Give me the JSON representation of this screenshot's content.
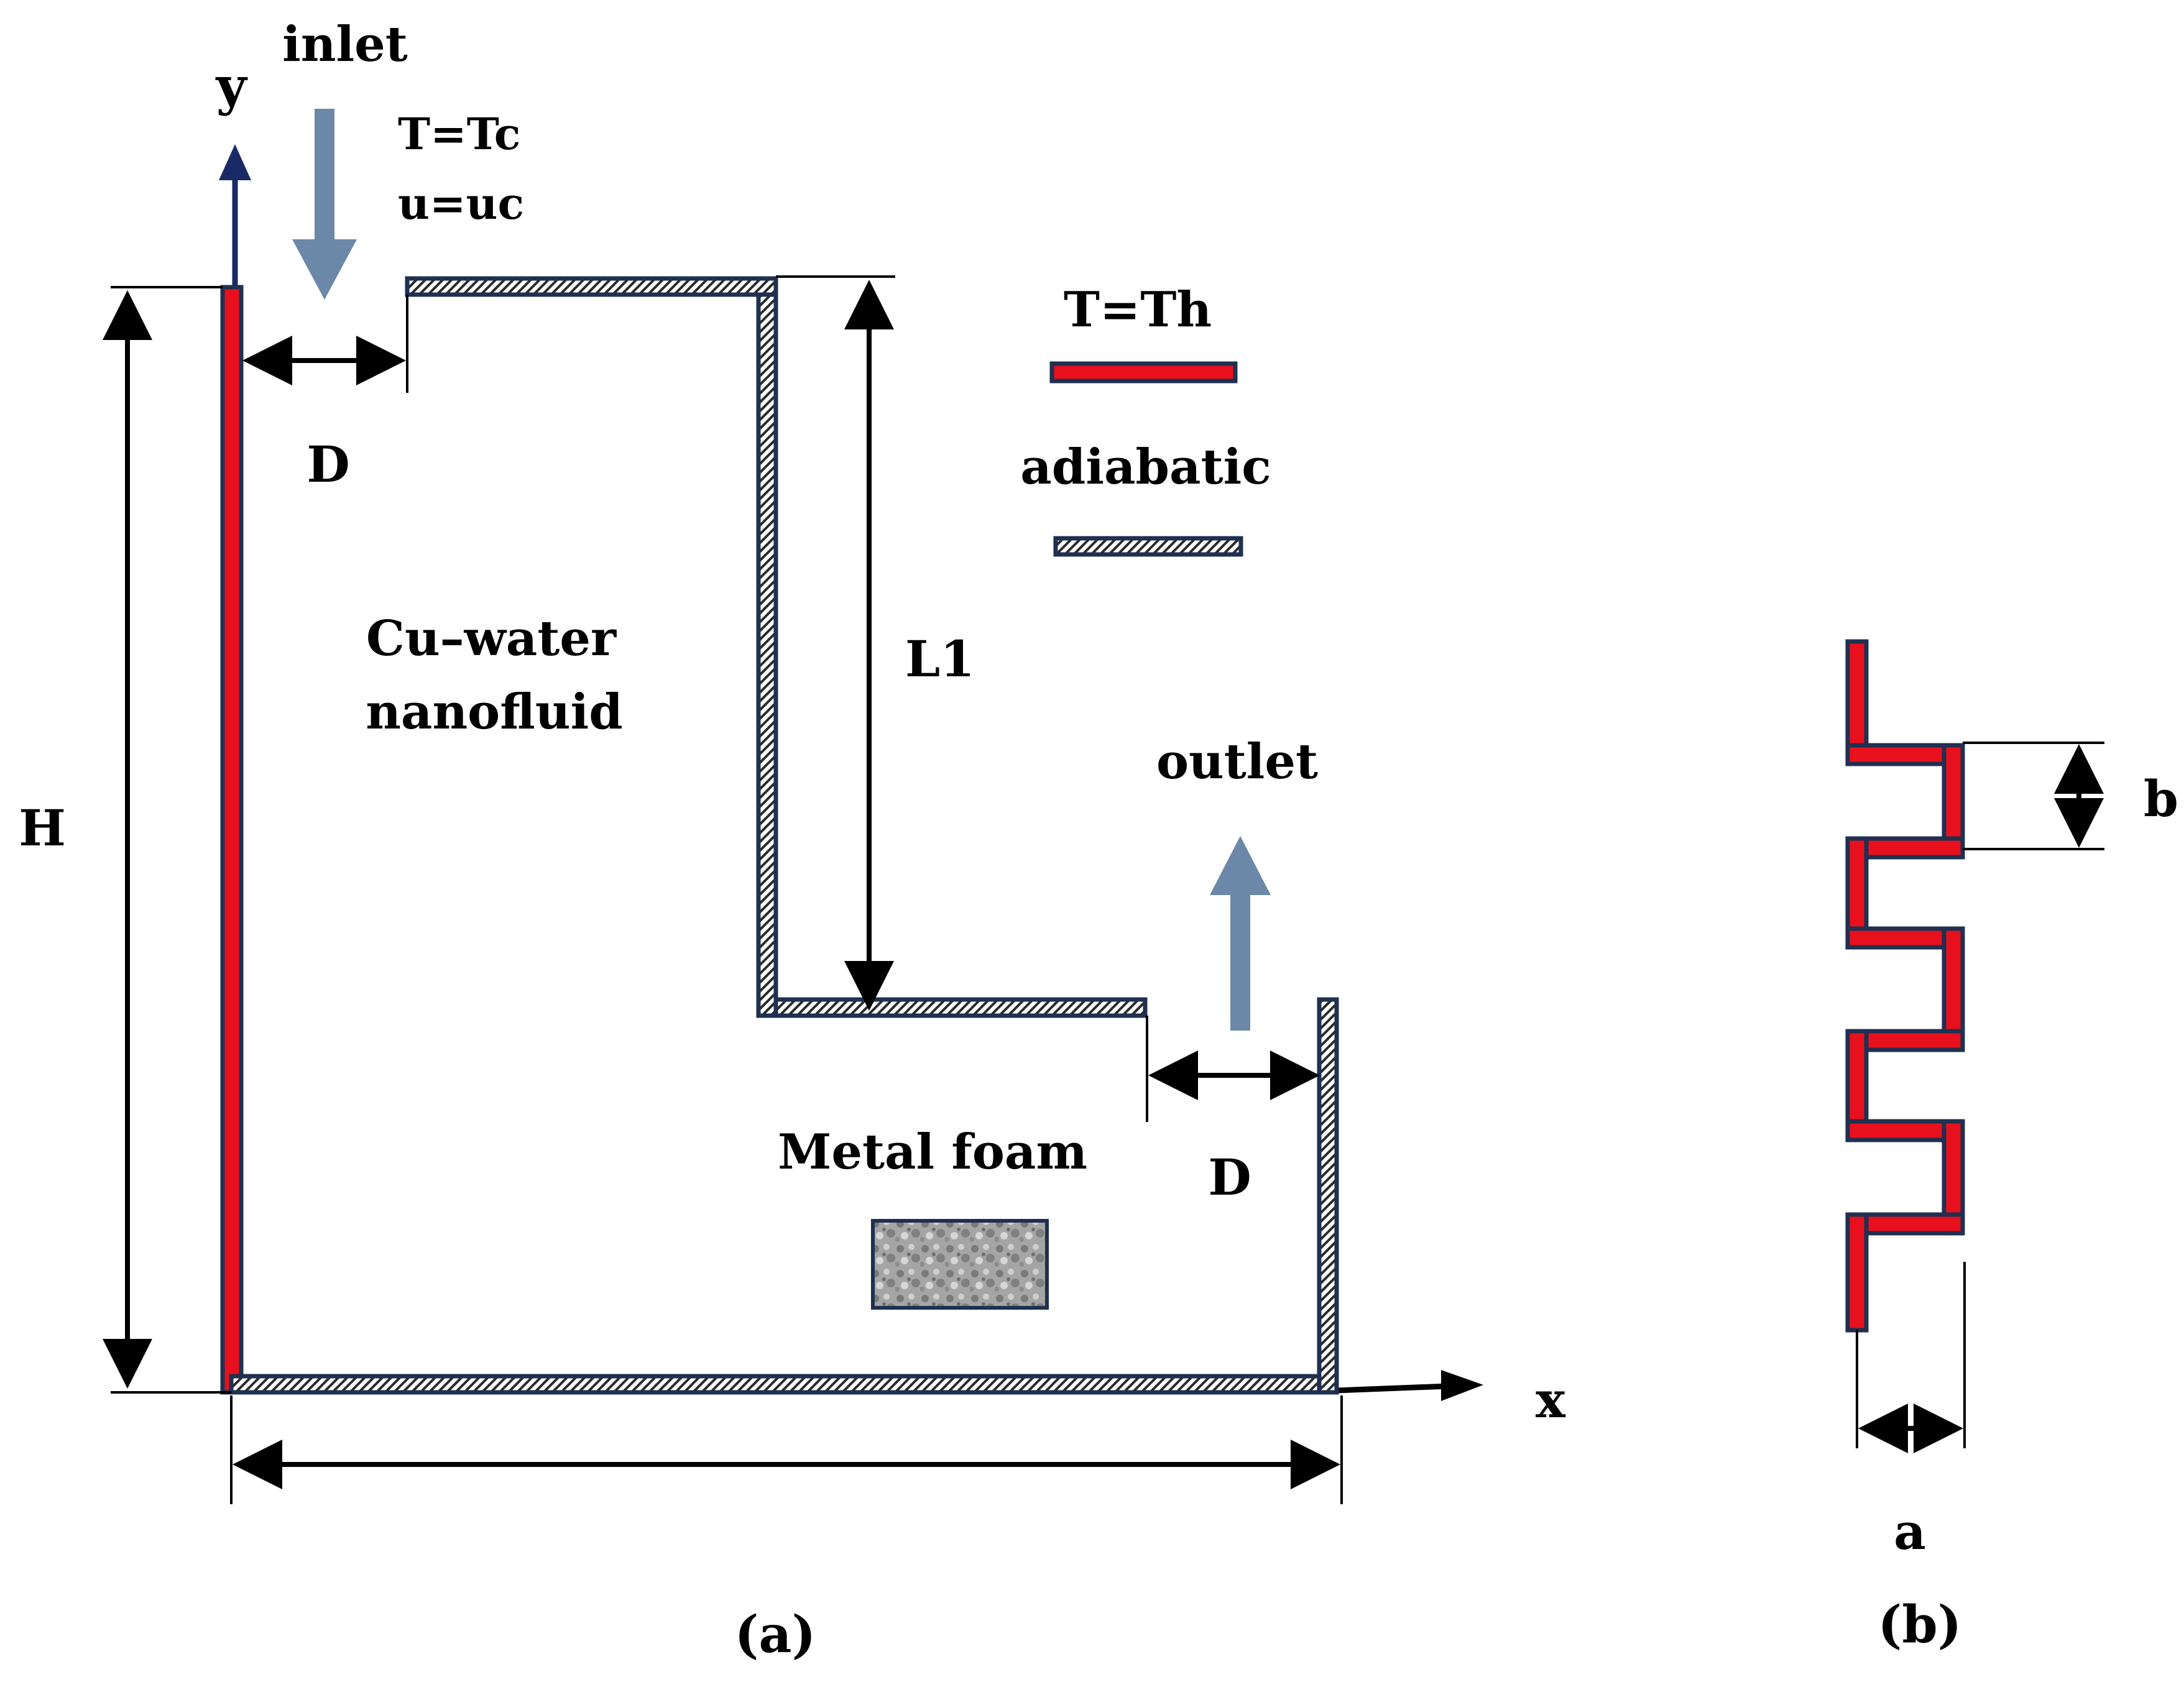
{
  "labels": {
    "inlet": "inlet",
    "y_axis": "y",
    "x_axis": "x",
    "inlet_temp": "T=Tc",
    "inlet_vel": "u=uc",
    "legend_hot": "T=Th",
    "legend_adiabatic": "adiabatic",
    "fluid_line1": "Cu–water",
    "fluid_line2": "nanofluid",
    "dim_D_top": "D",
    "dim_D_bottom": "D",
    "dim_H": "H",
    "dim_L1": "L1",
    "outlet": "outlet",
    "metal_foam": "Metal foam",
    "dim_b": "b",
    "dim_a": "a",
    "caption_a": "(a)",
    "caption_b": "(b)"
  },
  "colors": {
    "hot_wall": "#e8101c",
    "wall_outline": "#1f3050",
    "flow_arrow": "#6b88a8",
    "axis_arrow": "#1a2a66",
    "foam": "#9a9a9a"
  }
}
